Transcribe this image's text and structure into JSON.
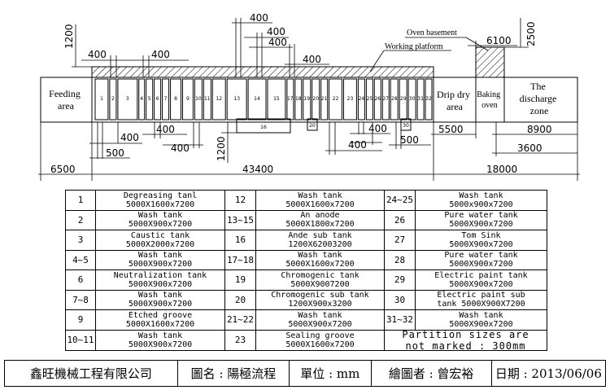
{
  "zones": {
    "feeding": [
      "Feeding",
      "area"
    ],
    "drip_dry": [
      "Drip dry",
      "area"
    ],
    "baking": [
      "Baking",
      "oven"
    ],
    "discharge": [
      "The",
      "discharge",
      "zone"
    ]
  },
  "annotations": {
    "oven_basement": "Oven basement",
    "working_platform": "Working platform"
  },
  "tank_numbers": [
    "1",
    "2",
    "3",
    "4",
    "5",
    "6",
    "7",
    "8",
    "9",
    "10",
    "11",
    "12",
    "13",
    "14",
    "15",
    "16",
    "17",
    "18",
    "19",
    "20",
    "21",
    "22",
    "23",
    "24",
    "25",
    "26",
    "27",
    "28",
    "29",
    "30",
    "31",
    "32"
  ],
  "dimensions": {
    "d1200_left": "1200",
    "d400_a": "400",
    "d400_b": "400",
    "d400_top1": "400",
    "d400_top2": "400",
    "d400_top3": "400",
    "d400_top4": "400",
    "d2500": "2500",
    "d6100": "6100",
    "d400_b1": "400",
    "d400_b2": "400",
    "d400_b3": "400",
    "d400_b4": "400",
    "d500_a": "500",
    "d500_b": "500",
    "d1200_mid": "1200",
    "d5500": "5500",
    "d8900": "8900",
    "d3600": "3600",
    "d6500": "6500",
    "d43400": "43400",
    "d18000": "18000"
  },
  "spec_table": [
    [
      [
        "1"
      ],
      [
        "Degreasing tanl",
        "5000X1600x7200"
      ],
      [
        "12"
      ],
      [
        "Wash tank",
        "5000X1600x7200"
      ],
      [
        "24~25"
      ],
      [
        "Wash tank",
        "5000x900x7200"
      ]
    ],
    [
      [
        "2"
      ],
      [
        "Wash tank",
        "5000X900x7200"
      ],
      [
        "13~15"
      ],
      [
        "An anode",
        "5000X1800x7200"
      ],
      [
        "26"
      ],
      [
        "Pure water tank",
        "5000X900x7200"
      ]
    ],
    [
      [
        "3"
      ],
      [
        "Caustic tank",
        "5000X2000x7200"
      ],
      [
        "16"
      ],
      [
        "Ande sub tank",
        "1200X62003200"
      ],
      [
        "27"
      ],
      [
        "Tom Sink",
        "5000X900x7200"
      ]
    ],
    [
      [
        "4~5"
      ],
      [
        "Wash tank",
        "5000X900x7200"
      ],
      [
        "17~18"
      ],
      [
        "Wash tank",
        "5000X1600x7200"
      ],
      [
        "28"
      ],
      [
        "Pure water tank",
        "5000X900x7200"
      ]
    ],
    [
      [
        "6"
      ],
      [
        "Neutralization tank",
        "5000X900x7200"
      ],
      [
        "19"
      ],
      [
        "Chromogenic tank",
        "5000X9007200"
      ],
      [
        "29"
      ],
      [
        "Electric paint tank",
        "5000X900x7200"
      ]
    ],
    [
      [
        "7~8"
      ],
      [
        "Wash tank",
        "5000X900x7200"
      ],
      [
        "20"
      ],
      [
        "Chromogenic sub tank",
        "1200X900x3200"
      ],
      [
        "30"
      ],
      [
        "Electric paint sub",
        "tank 5000X900X7200"
      ]
    ],
    [
      [
        "9"
      ],
      [
        "Etched groove",
        "5000X1600x7200"
      ],
      [
        "21~22"
      ],
      [
        "Wash tank",
        "5000X900x7200"
      ],
      [
        "31~32"
      ],
      [
        "Wash tank",
        "5000X900x7200"
      ]
    ],
    [
      [
        "10~11"
      ],
      [
        "Wash tank",
        "5000X900x7200"
      ],
      [
        "23"
      ],
      [
        "Sealing groove",
        "5000X1600x7200"
      ]
    ]
  ],
  "partition_note": [
    "Partition sizes are",
    "not marked : 300mm"
  ],
  "title_block": {
    "company": "鑫旺機械工程有限公司",
    "drawing_name": "圖名 : 陽極流程",
    "unit": "單位 : mm",
    "drafter": "繪圖者 : 曾宏裕",
    "date": "日期 : 2013/06/06"
  }
}
